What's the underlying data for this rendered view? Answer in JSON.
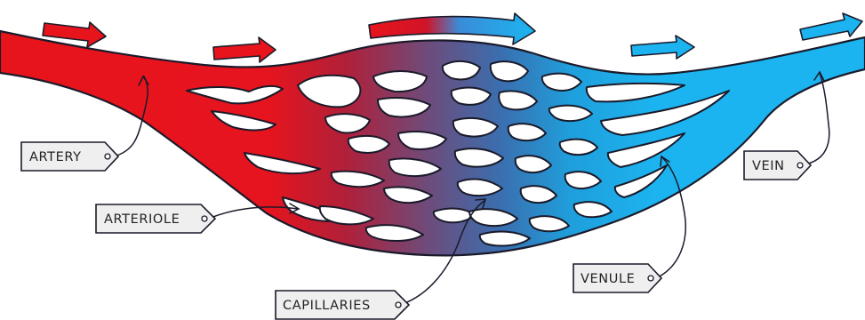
{
  "labels": {
    "artery": "ARTERY",
    "arteriole": "ARTERIOLE",
    "capillaries": "CAPILLARIES",
    "venule": "VENULE",
    "vein": "VEIN"
  },
  "colors": {
    "artery_red": "#e8141c",
    "vein_blue": "#1cb4f0",
    "outline": "#1a1a2a",
    "tag_fill": "#efefef"
  },
  "icons": {
    "flow_arrow": "right-arrow-icon"
  }
}
